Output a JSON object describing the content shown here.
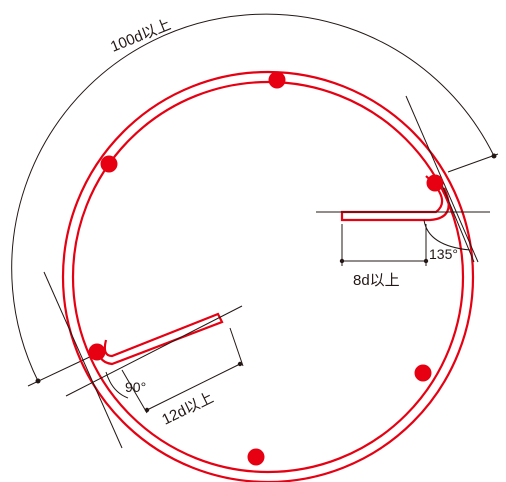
{
  "labels": {
    "anchorage_length": "100d以上",
    "extension_90": "12d以上",
    "extension_135": "8d以上",
    "angle_90": "90°",
    "angle_135": "135°"
  },
  "colors": {
    "reinforcement": "#e60012",
    "ink": "#231815",
    "background": "#ffffff"
  }
}
